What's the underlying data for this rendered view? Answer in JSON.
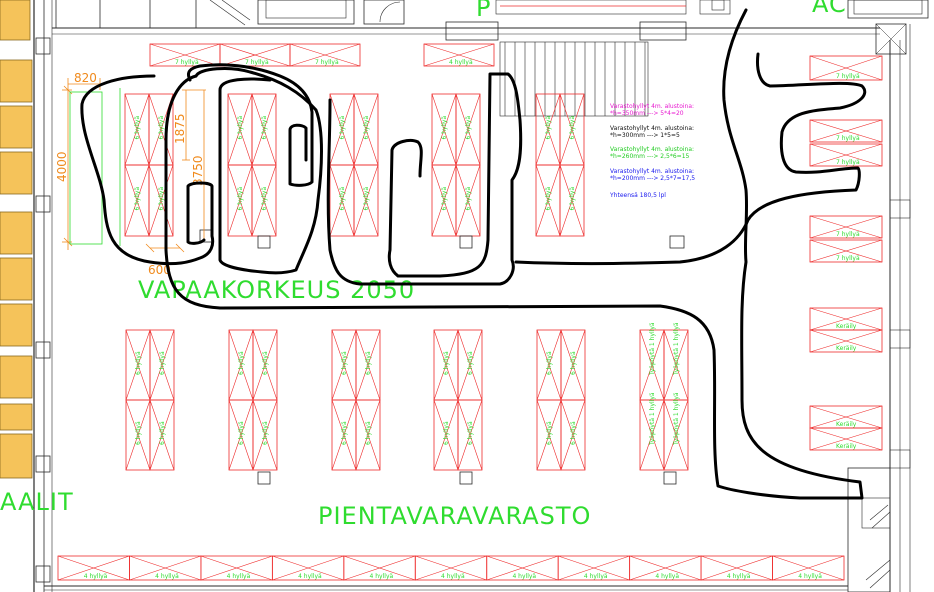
{
  "labels": {
    "vapaakorkeus": "VAPAAKORKEUS 2050",
    "pientavaravarasto": "PIENTAVARAVARASTO",
    "aalit": "AALIT",
    "corner_top_right": "AC",
    "top_letter": "P"
  },
  "dimensions": {
    "d820": "820",
    "d1875": "1875",
    "d4000": "4000",
    "d3750": "3750",
    "d600": "600"
  },
  "shelf_labels": {
    "six": "6 hyllyä",
    "seven": "7 hyllyä",
    "four": "4 hyllyä",
    "keraily": "Keräily",
    "vertical": "Työpöytä 1 hyllyä"
  },
  "notes": [
    {
      "line1": "Varastohyllyt 4m. alustoina:",
      "line2": "*h=350mm ---> 5*4=20",
      "color": "#e81ad0"
    },
    {
      "line1": "Varastohyllyt 4m. alustoina:",
      "line2": "*h=300mm ---> 1*5=5",
      "color": "#111111"
    },
    {
      "line1": "Varastohyllyt 4m. alustoina:",
      "line2": "*h=260mm ---> 2,5*6=15",
      "color": "#22cc22"
    },
    {
      "line1": "Varastohyllyt 4m. alustoina:",
      "line2": "*h=200mm ---> 2,5*7=17,5",
      "color": "#1a1aee"
    }
  ],
  "total": {
    "text": "Yhteensä 180,5 lpl",
    "color": "#1a1aee"
  },
  "colors": {
    "shelf": "#ee2b2b",
    "text_green": "#2fdc2f",
    "dim_orange": "#f08a1c",
    "wall": "#2a2a2a",
    "pillar": "#f5c35a",
    "path": "#000000"
  }
}
